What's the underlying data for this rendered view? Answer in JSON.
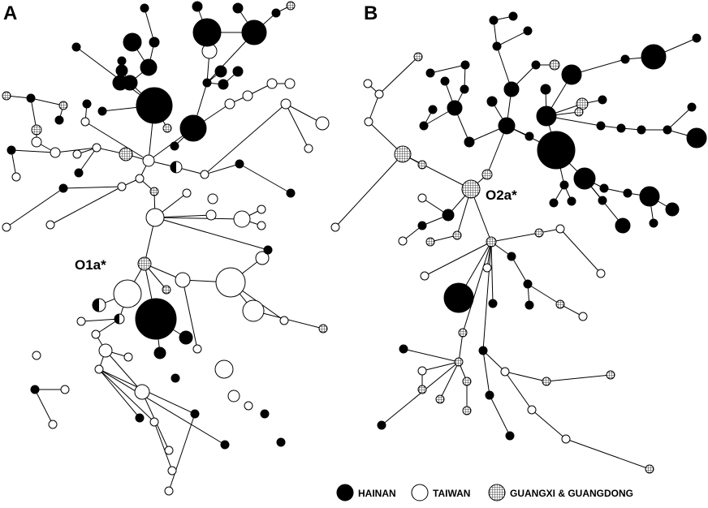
{
  "panels": [
    {
      "letter": "A",
      "hub_label": "O1a*"
    },
    {
      "letter": "B",
      "hub_label": "O2a*"
    }
  ],
  "legend": [
    {
      "label": "HAINAN",
      "fill": "#000000"
    },
    {
      "label": "TAIWAN",
      "fill": "#ffffff"
    },
    {
      "label": "GUANGXI & GUANGDONG",
      "fill": "hatched"
    }
  ],
  "colors": {
    "hainan": "#000000",
    "taiwan": "#ffffff",
    "stroke": "#000000",
    "hatch": "#555555"
  }
}
